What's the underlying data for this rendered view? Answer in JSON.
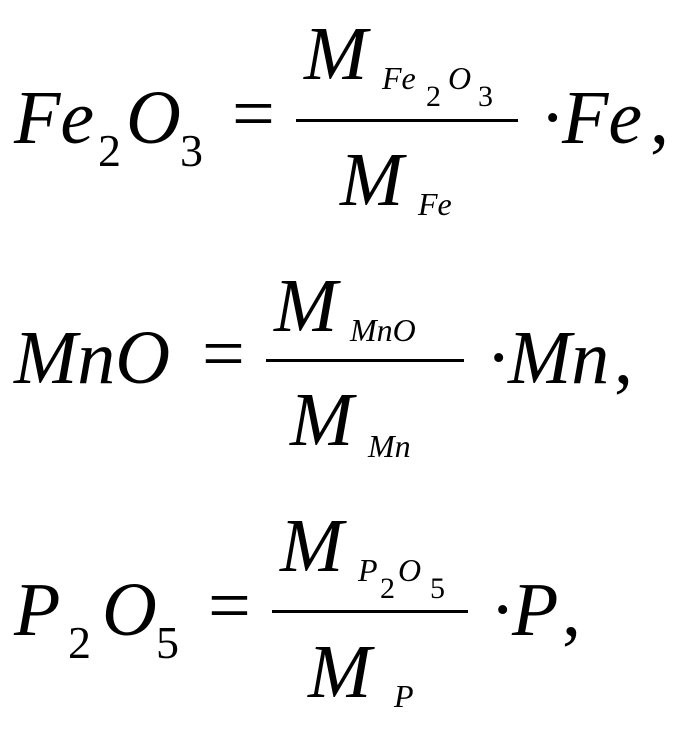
{
  "equations": [
    {
      "lhs": {
        "base1": "Fe",
        "sub1": "2",
        "base2": "O",
        "sub2": "3"
      },
      "equals": "=",
      "numerator": {
        "symbol": "M",
        "sub_base1": "Fe",
        "sub_sub1": "2",
        "sub_base2": "O",
        "sub_sub2": "3"
      },
      "denominator": {
        "symbol": "M",
        "sub_base1": "Fe"
      },
      "dot": "·",
      "factor": "Fe",
      "comma": ","
    },
    {
      "lhs": {
        "base1": "MnO"
      },
      "equals": "=",
      "numerator": {
        "symbol": "M",
        "sub_base1": "MnO"
      },
      "denominator": {
        "symbol": "M",
        "sub_base1": "Mn"
      },
      "dot": "·",
      "factor": "Mn",
      "comma": ","
    },
    {
      "lhs": {
        "base1": "P",
        "sub1": "2",
        "base2": "O",
        "sub2": "5"
      },
      "equals": "=",
      "numerator": {
        "symbol": "M",
        "sub_base1": "P",
        "sub_sub1": "2",
        "sub_base2": "O",
        "sub_sub2": "5"
      },
      "denominator": {
        "symbol": "M",
        "sub_base1": "P"
      },
      "dot": "·",
      "factor": "P",
      "comma": ","
    }
  ]
}
